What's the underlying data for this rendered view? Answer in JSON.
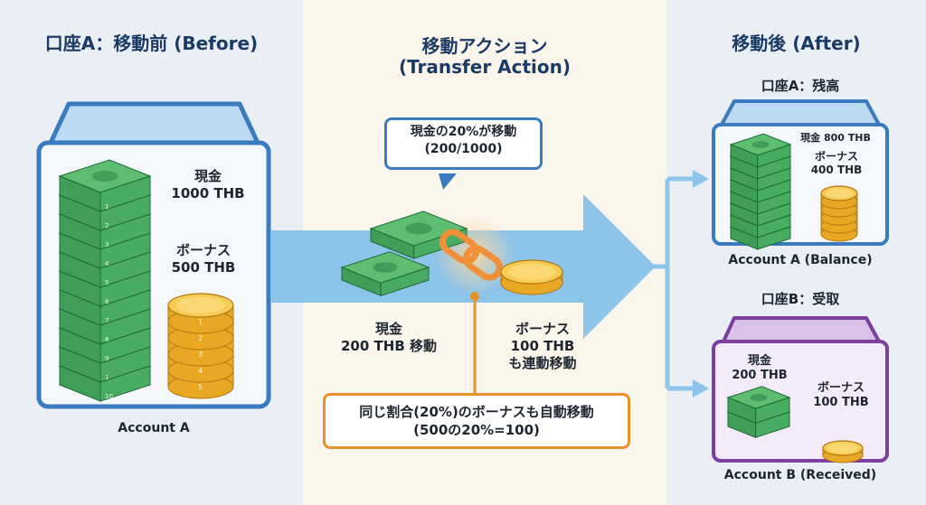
{
  "panels": {
    "before": {
      "title": "口座A：移動前 (Before)",
      "account_label": "Account A",
      "cash_label": "現金",
      "cash_value": "1000 THB",
      "bonus_label": "ボーナス",
      "bonus_value": "500 THB",
      "bill_numbers": [
        "1",
        "2",
        "3",
        "4",
        "5",
        "6",
        "7",
        "8",
        "9",
        "1",
        "10"
      ],
      "coin_numbers": [
        "1",
        "2",
        "3",
        "4",
        "5"
      ]
    },
    "action": {
      "title_line1": "移動アクション",
      "title_line2": "(Transfer Action)",
      "callout_line1": "現金の20%が移動",
      "callout_line2": "(200/1000)",
      "cash_move_line1": "現金",
      "cash_move_line2": "200 THB 移動",
      "bonus_move_line1": "ボーナス",
      "bonus_move_line2": "100 THB",
      "bonus_move_line3": "も連動移動",
      "note_line1": "同じ割合(20%)のボーナスも自動移動",
      "note_line2": "(500の20%=100)"
    },
    "after": {
      "title": "移動後 (After)",
      "account_a": {
        "heading": "口座A：残高",
        "cash_text": "現金 800 THB",
        "bonus_label": "ボーナス",
        "bonus_value": "400 THB",
        "caption": "Account A (Balance)"
      },
      "account_b": {
        "heading": "口座B：受取",
        "cash_label": "現金",
        "cash_value": "200 THB",
        "bonus_label": "ボーナス",
        "bonus_value": "100 THB",
        "caption": "Account B (Received)"
      }
    }
  },
  "colors": {
    "blue": "#3a7bc0",
    "purple": "#7b3fa0",
    "orange": "#e8902a",
    "arrow": "#8cc4ea",
    "cash": "#3fa35a",
    "coin": "#f2b531"
  }
}
